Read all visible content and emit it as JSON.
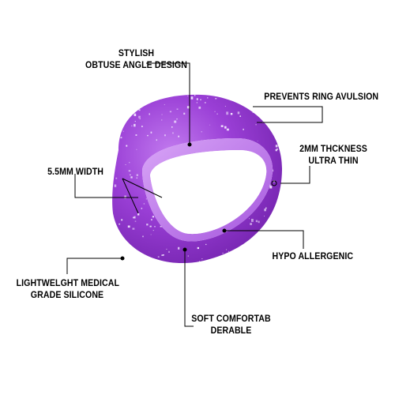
{
  "product": {
    "ring_color": "#9a3fd6",
    "ring_highlight": "#b86ee8",
    "ring_shadow": "#6e1fa8",
    "inner_band_color": "#c27bef",
    "glitter_color": "#f4e9ff"
  },
  "callouts": {
    "design": {
      "line1": "STYLISH",
      "line2": "OBTUSE ANGLE DESIGN"
    },
    "avulsion": {
      "line1": "PREVENTS RING AVULSION"
    },
    "thickness": {
      "line1": "2MM  THCKNESS",
      "line2": "ULTRA THIN"
    },
    "width": {
      "line1": "5.5MM WIDTH"
    },
    "hypo": {
      "line1": "HYPO ALLERGENIC"
    },
    "silicone": {
      "line1": "LIGHTWELGHT MEDICAL",
      "line2": "GRADE SILICONE"
    },
    "comfort": {
      "line1": "SOFT COMFORTAB",
      "line2": "DERABLE"
    }
  }
}
